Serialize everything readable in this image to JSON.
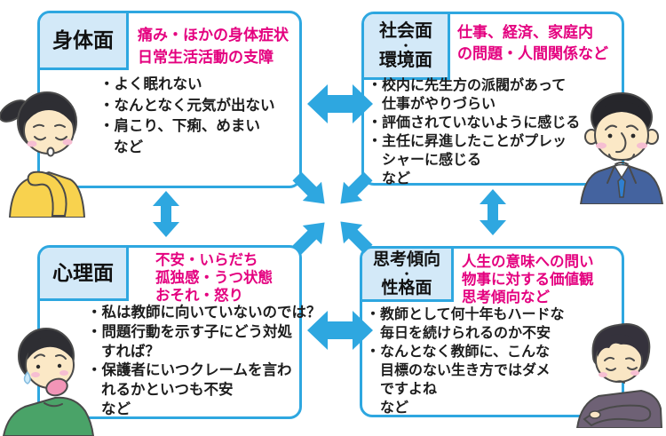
{
  "colors": {
    "blue": "#2ea7e0",
    "label_bg": "#d3e9f8",
    "pink": "#e4007f",
    "text": "#1d1d1d"
  },
  "quadrants": {
    "physical": {
      "label_lines": [
        "身体面"
      ],
      "keywords": [
        "痛み・ほかの身体症状",
        "日常生活活動の支障"
      ],
      "bullets": [
        "・よく眠れない",
        "・なんとなく元気が出ない",
        "・肩こり、下痢、めまい",
        "など"
      ]
    },
    "social": {
      "label_lines": [
        "社会面",
        "・",
        "環境面"
      ],
      "keywords": [
        "仕事、経済、家庭内",
        "の問題・人間関係など"
      ],
      "bullets": [
        "・校内に先生方の派閥があって",
        "仕事がやりづらい",
        "・評価されていないように感じる",
        "・主任に昇進したことがプレッ",
        "シャーに感じる",
        "など"
      ]
    },
    "psychological": {
      "label_lines": [
        "心理面"
      ],
      "keywords": [
        "不安・いらだち",
        "孤独感・うつ状態",
        "おそれ・怒り"
      ],
      "bullets": [
        "・私は教師に向いていないのでは？",
        "・問題行動を示す子にどう対処",
        "すれば？",
        "・保護者にいつクレームを言わ",
        "れるかといつも不安",
        "など"
      ]
    },
    "thinking": {
      "label_lines": [
        "思考傾向",
        "・",
        "性格面"
      ],
      "keywords": [
        "人生の意味への問い",
        "物事に対する価値観",
        "思考傾向など"
      ],
      "bullets": [
        "・教師として何十年もハードな",
        "毎日を続けられるのか不安",
        "・なんとなく教師に、こんな",
        "目標のない生き方ではダメ",
        "ですよね",
        "など"
      ]
    }
  },
  "illustrations": {
    "physical": "tired-woman-holding-shoulder",
    "social": "worried-middle-aged-man-in-suit",
    "psychological": "anxious-young-man-green-shirt",
    "thinking": "pensive-man-arms-crossed"
  }
}
